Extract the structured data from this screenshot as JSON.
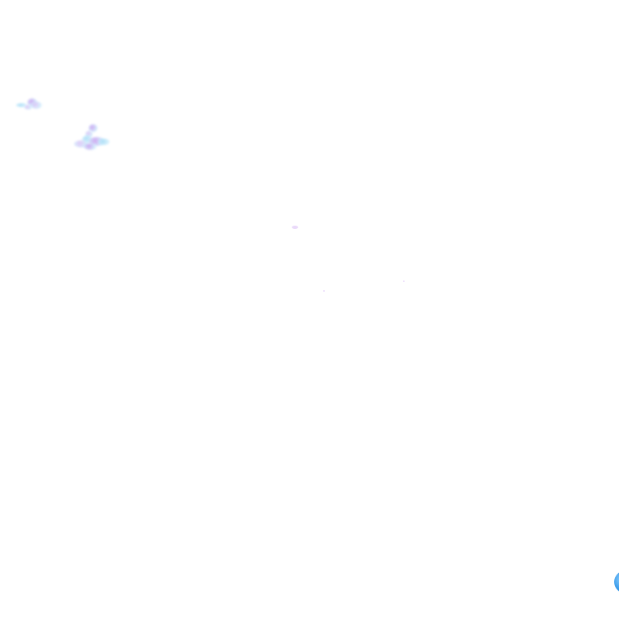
{
  "canvas": {
    "background": "#ffffff"
  },
  "colors": {
    "violet": "#c79cf0",
    "violet_light": "#dcc2f7",
    "sky": "#a9dcf6",
    "sky_light": "#cfeefc",
    "orb_blue": "#2e93e6",
    "orb_highlight": "#8fd0ff"
  },
  "elements": {
    "splashes": [
      {
        "name": "paint-splash-small",
        "palette": [
          "violet",
          "sky"
        ]
      },
      {
        "name": "paint-splash-large",
        "palette": [
          "violet",
          "sky"
        ]
      }
    ],
    "specks": [
      {
        "name": "faint-speck",
        "palette": [
          "violet_light"
        ]
      }
    ],
    "orb": {
      "name": "blue-orb-partial",
      "palette": [
        "orb_blue",
        "orb_highlight"
      ]
    }
  }
}
